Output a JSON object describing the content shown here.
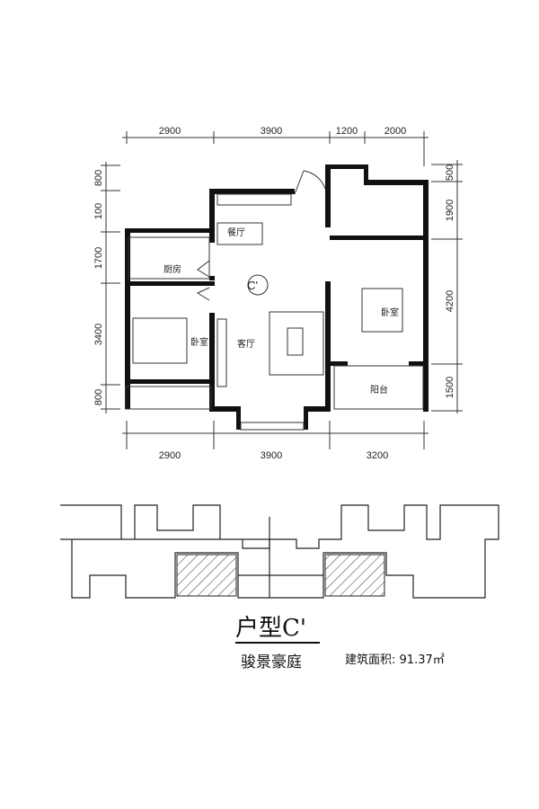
{
  "plan": {
    "unit_label": "C'",
    "top_dims": [
      "2900",
      "3900",
      "1200",
      "2000"
    ],
    "bottom_dims": [
      "2900",
      "3900",
      "3200"
    ],
    "left_dims": [
      "800",
      "100",
      "1700",
      "3400",
      "800"
    ],
    "right_dims": [
      "500",
      "1900",
      "4200",
      "1500"
    ],
    "rooms": {
      "dining": "餐厅",
      "kitchen": "厨房",
      "living": "客厅",
      "bedroom_left": "卧室",
      "bedroom_right": "卧室",
      "balcony": "阳台"
    }
  },
  "caption": {
    "type_title": "户型C'",
    "project_name": "骏景豪庭",
    "area_label": "建筑面积:",
    "area_value": "91.37㎡"
  },
  "colors": {
    "wall": "#111111",
    "line": "#333333"
  }
}
